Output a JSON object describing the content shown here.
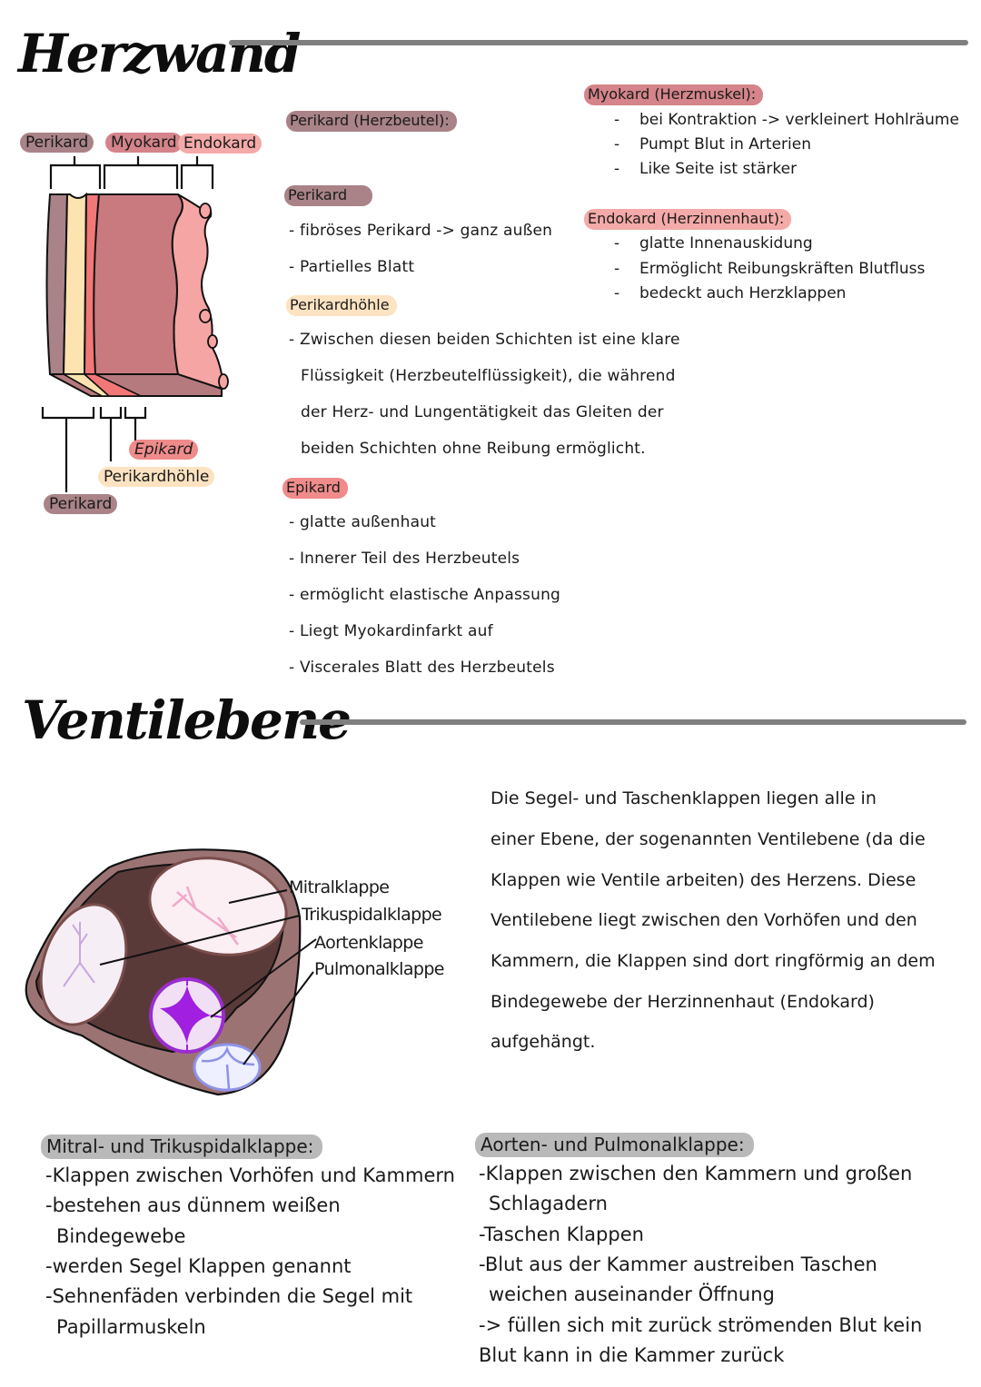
{
  "section1": {
    "title": "Herzwand",
    "diagram": {
      "top_labels": [
        "Perikard",
        "Myokard",
        "Endokard"
      ],
      "bottom_labels": {
        "epikard": "Epikard",
        "perikardhoehle": "Perikardhöhle",
        "perikard": "Perikard"
      }
    },
    "perikard_heading": "Perikard (Herzbeutel):",
    "perikard_sub": "Perikard",
    "perikard_items": [
      "- fibröses Perikard -> ganz außen",
      "- Partielles Blatt"
    ],
    "hoehle_heading": "Perikardhöhle",
    "hoehle_lines": [
      "- Zwischen diesen beiden Schichten ist eine klare",
      "Flüssigkeit (Herzbeutelflüssigkeit), die während",
      "der Herz- und Lungentätigkeit das Gleiten der",
      "beiden Schichten ohne Reibung ermöglicht."
    ],
    "epikard_heading": "Epikard",
    "epikard_items": [
      "- glatte außenhaut",
      "- Innerer Teil des Herzbeutels",
      "- ermöglicht elastische Anpassung",
      "- Liegt Myokardinfarkt auf",
      "- Viscerales Blatt des Herzbeutels"
    ],
    "myokard_heading": "Myokard (Herzmuskel):",
    "myokard_items": [
      "bei Kontraktion -> verkleinert Hohlräume",
      "Pumpt Blut in Arterien",
      "Like Seite ist stärker"
    ],
    "endokard_heading": "Endokard (Herzinnenhaut):",
    "endokard_items": [
      "glatte Innenauskidung",
      "Ermöglicht Reibungskräften Blutfluss",
      "bedeckt auch Herzklappen"
    ],
    "bullet_dash": "-"
  },
  "section2": {
    "title": "Ventilebene",
    "valve_labels": [
      "Mitralklappe",
      "Trikuspidalklappe",
      "Aortenklappe",
      "Pulmonalklappe"
    ],
    "paragraph": [
      "Die Segel- und Taschenklappen liegen alle in",
      "einer Ebene, der sogenannten Ventilebene (da die",
      "Klappen wie Ventile arbeiten) des Herzens. Diese",
      "Ventilebene liegt zwischen den Vorhöfen und den",
      "Kammern, die Klappen sind dort ringförmig an dem",
      "Bindegewebe der Herzinnenhaut (Endokard)",
      "aufgehängt."
    ],
    "mitral": {
      "heading": "Mitral- und Trikuspidalklappe:",
      "lines": [
        "-Klappen zwischen Vorhöfen und Kammern",
        "-bestehen aus dünnem weißen",
        " Bindegewebe",
        "-werden Segel Klappen genannt",
        "-Sehnenfäden verbinden die Segel mit",
        " Papillarmuskeln"
      ]
    },
    "aorten": {
      "heading": "Aorten- und Pulmonalklappe:",
      "lines": [
        "-Klappen zwischen den Kammern und großen",
        " Schlagadern",
        "-Taschen Klappen",
        "-Blut aus der Kammer austreiben Taschen",
        " weichen auseinander Öffnung",
        "-> füllen sich mit zurück strömenden Blut kein",
        "Blut kann in die Kammer zurück"
      ]
    }
  },
  "colors": {
    "perikard": "#a98388",
    "myokard": "#d4848a",
    "endokard": "#f4aaa8",
    "epikard": "#f08b8b",
    "perikardhoehle": "#fde3c2",
    "rule": "#7f7f7f"
  }
}
